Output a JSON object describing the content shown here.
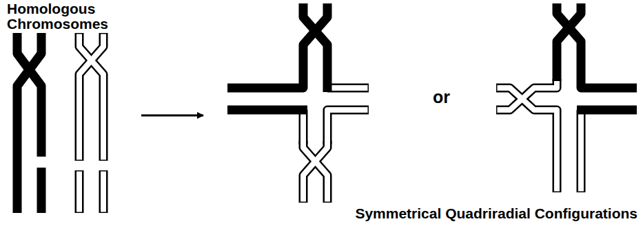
{
  "diagram": {
    "labels": [
      "Homologous Chromosomes",
      "or",
      "Symmetrical Quadriradial Configurations"
    ]
  }
}
